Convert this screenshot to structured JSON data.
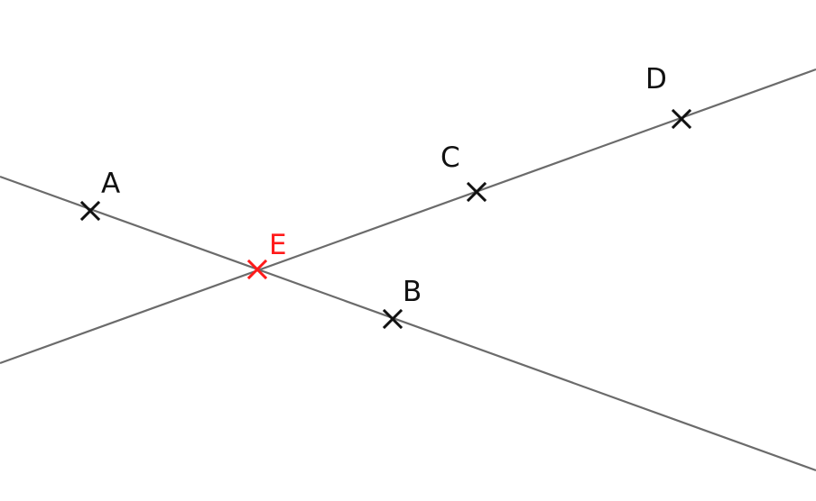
{
  "diagram": {
    "colors": {
      "line": "#6b6b6b",
      "point": "#111111",
      "highlight": "#ff1a1a",
      "background": "#ffffff"
    },
    "points": [
      {
        "id": "A",
        "label": "A",
        "highlight": false
      },
      {
        "id": "B",
        "label": "B",
        "highlight": false
      },
      {
        "id": "C",
        "label": "C",
        "highlight": false
      },
      {
        "id": "D",
        "label": "D",
        "highlight": false
      },
      {
        "id": "E",
        "label": "E",
        "highlight": true
      }
    ],
    "lines": [
      {
        "id": "line-AB",
        "through": [
          "A",
          "E",
          "B"
        ]
      },
      {
        "id": "line-CD",
        "through": [
          "E",
          "C",
          "D"
        ]
      }
    ]
  }
}
